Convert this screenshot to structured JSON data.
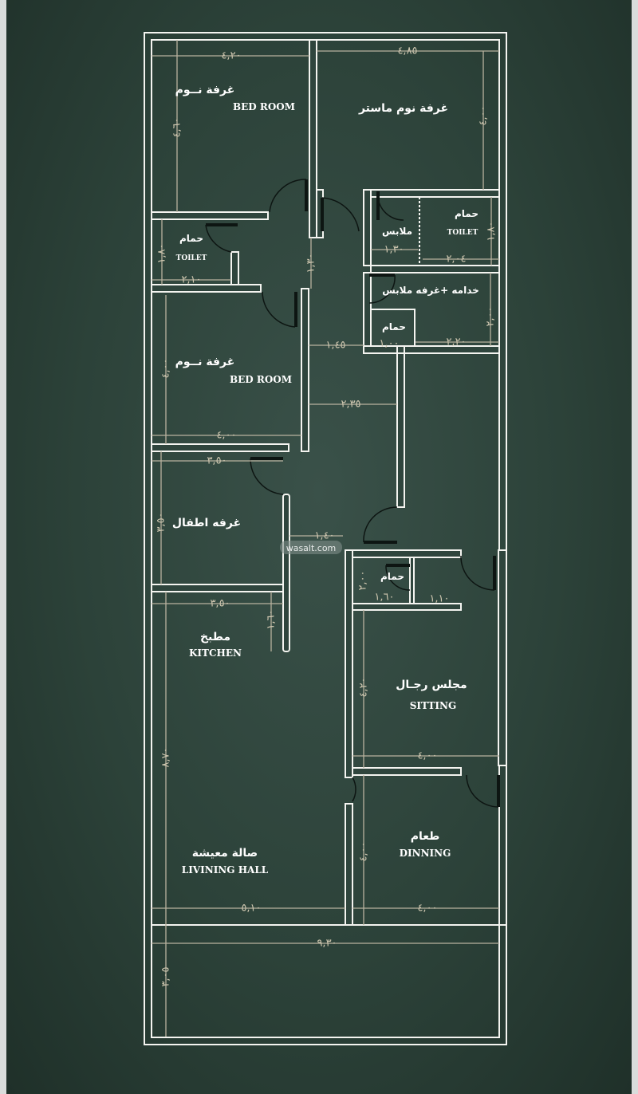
{
  "rooms": {
    "bedroom1": {
      "ar": "غرفة نــوم",
      "en": "BED ROOM"
    },
    "master": {
      "ar": "غرفة نوم ماستر"
    },
    "closet": {
      "ar": "ملابس"
    },
    "toilet_master": {
      "ar": "حمام",
      "en": "TOILET"
    },
    "toilet1": {
      "ar": "حمام",
      "en": "TOILET"
    },
    "maid": {
      "ar": "خدامه +غرفه ملابس"
    },
    "maid_bath": {
      "ar": "حمام"
    },
    "bedroom2": {
      "ar": "غرفة نــوم",
      "en": "BED ROOM"
    },
    "kids": {
      "ar": "غرفه اطفال"
    },
    "kitchen": {
      "ar": "مطبخ",
      "en": "KITCHEN"
    },
    "guest_bath": {
      "ar": "حمام"
    },
    "sitting": {
      "ar": "مجلس رجـال",
      "en": "SITTING"
    },
    "dining": {
      "ar": "طعام",
      "en": "DINNING"
    },
    "living": {
      "ar": "صالة معيشة",
      "en": "LIVINING  HALL"
    }
  },
  "dimensions": {
    "bed1_w": "٤,٢٠",
    "master_w": "٤,٨٥",
    "bed1_h": "٤,٦٠",
    "master_h": "٤,٠٠",
    "toilet1_h": "١,٨٠",
    "toilet1_w": "٢,١٠",
    "corridor1": "١,٣٠",
    "closet_w": "١,٣٠",
    "toiletm_w": "٢,٠٤",
    "toiletm_h": "١,٨٠",
    "maid_h": "٢,٠٠",
    "maidbath_w": "١,٠٠",
    "maid_w": "٢,٢٠",
    "corridor2": "١,٤٥",
    "bed2_h": "٤,٠٠",
    "corridor3": "٢,٣٥",
    "bed2_w": "٤,٠٠",
    "kids_w": "٣,٥٠",
    "kids_h": "٣,٥٠",
    "corridor4": "١,٤٠",
    "gbath_h": "٢,٠٠",
    "gbath_w": "١,٦٠",
    "entry_w": "١,١٠",
    "kitchen_w": "٣,٥٠",
    "kitchen_h": "١,٦٠",
    "sitting_h": "٤,٢٠",
    "sitting_w": "٤,٠٠",
    "living_h": "٨,٧٠",
    "dining_h": "٤,٠٠",
    "living_w": "٥,١٠",
    "dining_w": "٤,٠٠",
    "total_w": "٩,٣٠",
    "yard_h": "٣,٠٥"
  },
  "watermark": "wasalt.com"
}
